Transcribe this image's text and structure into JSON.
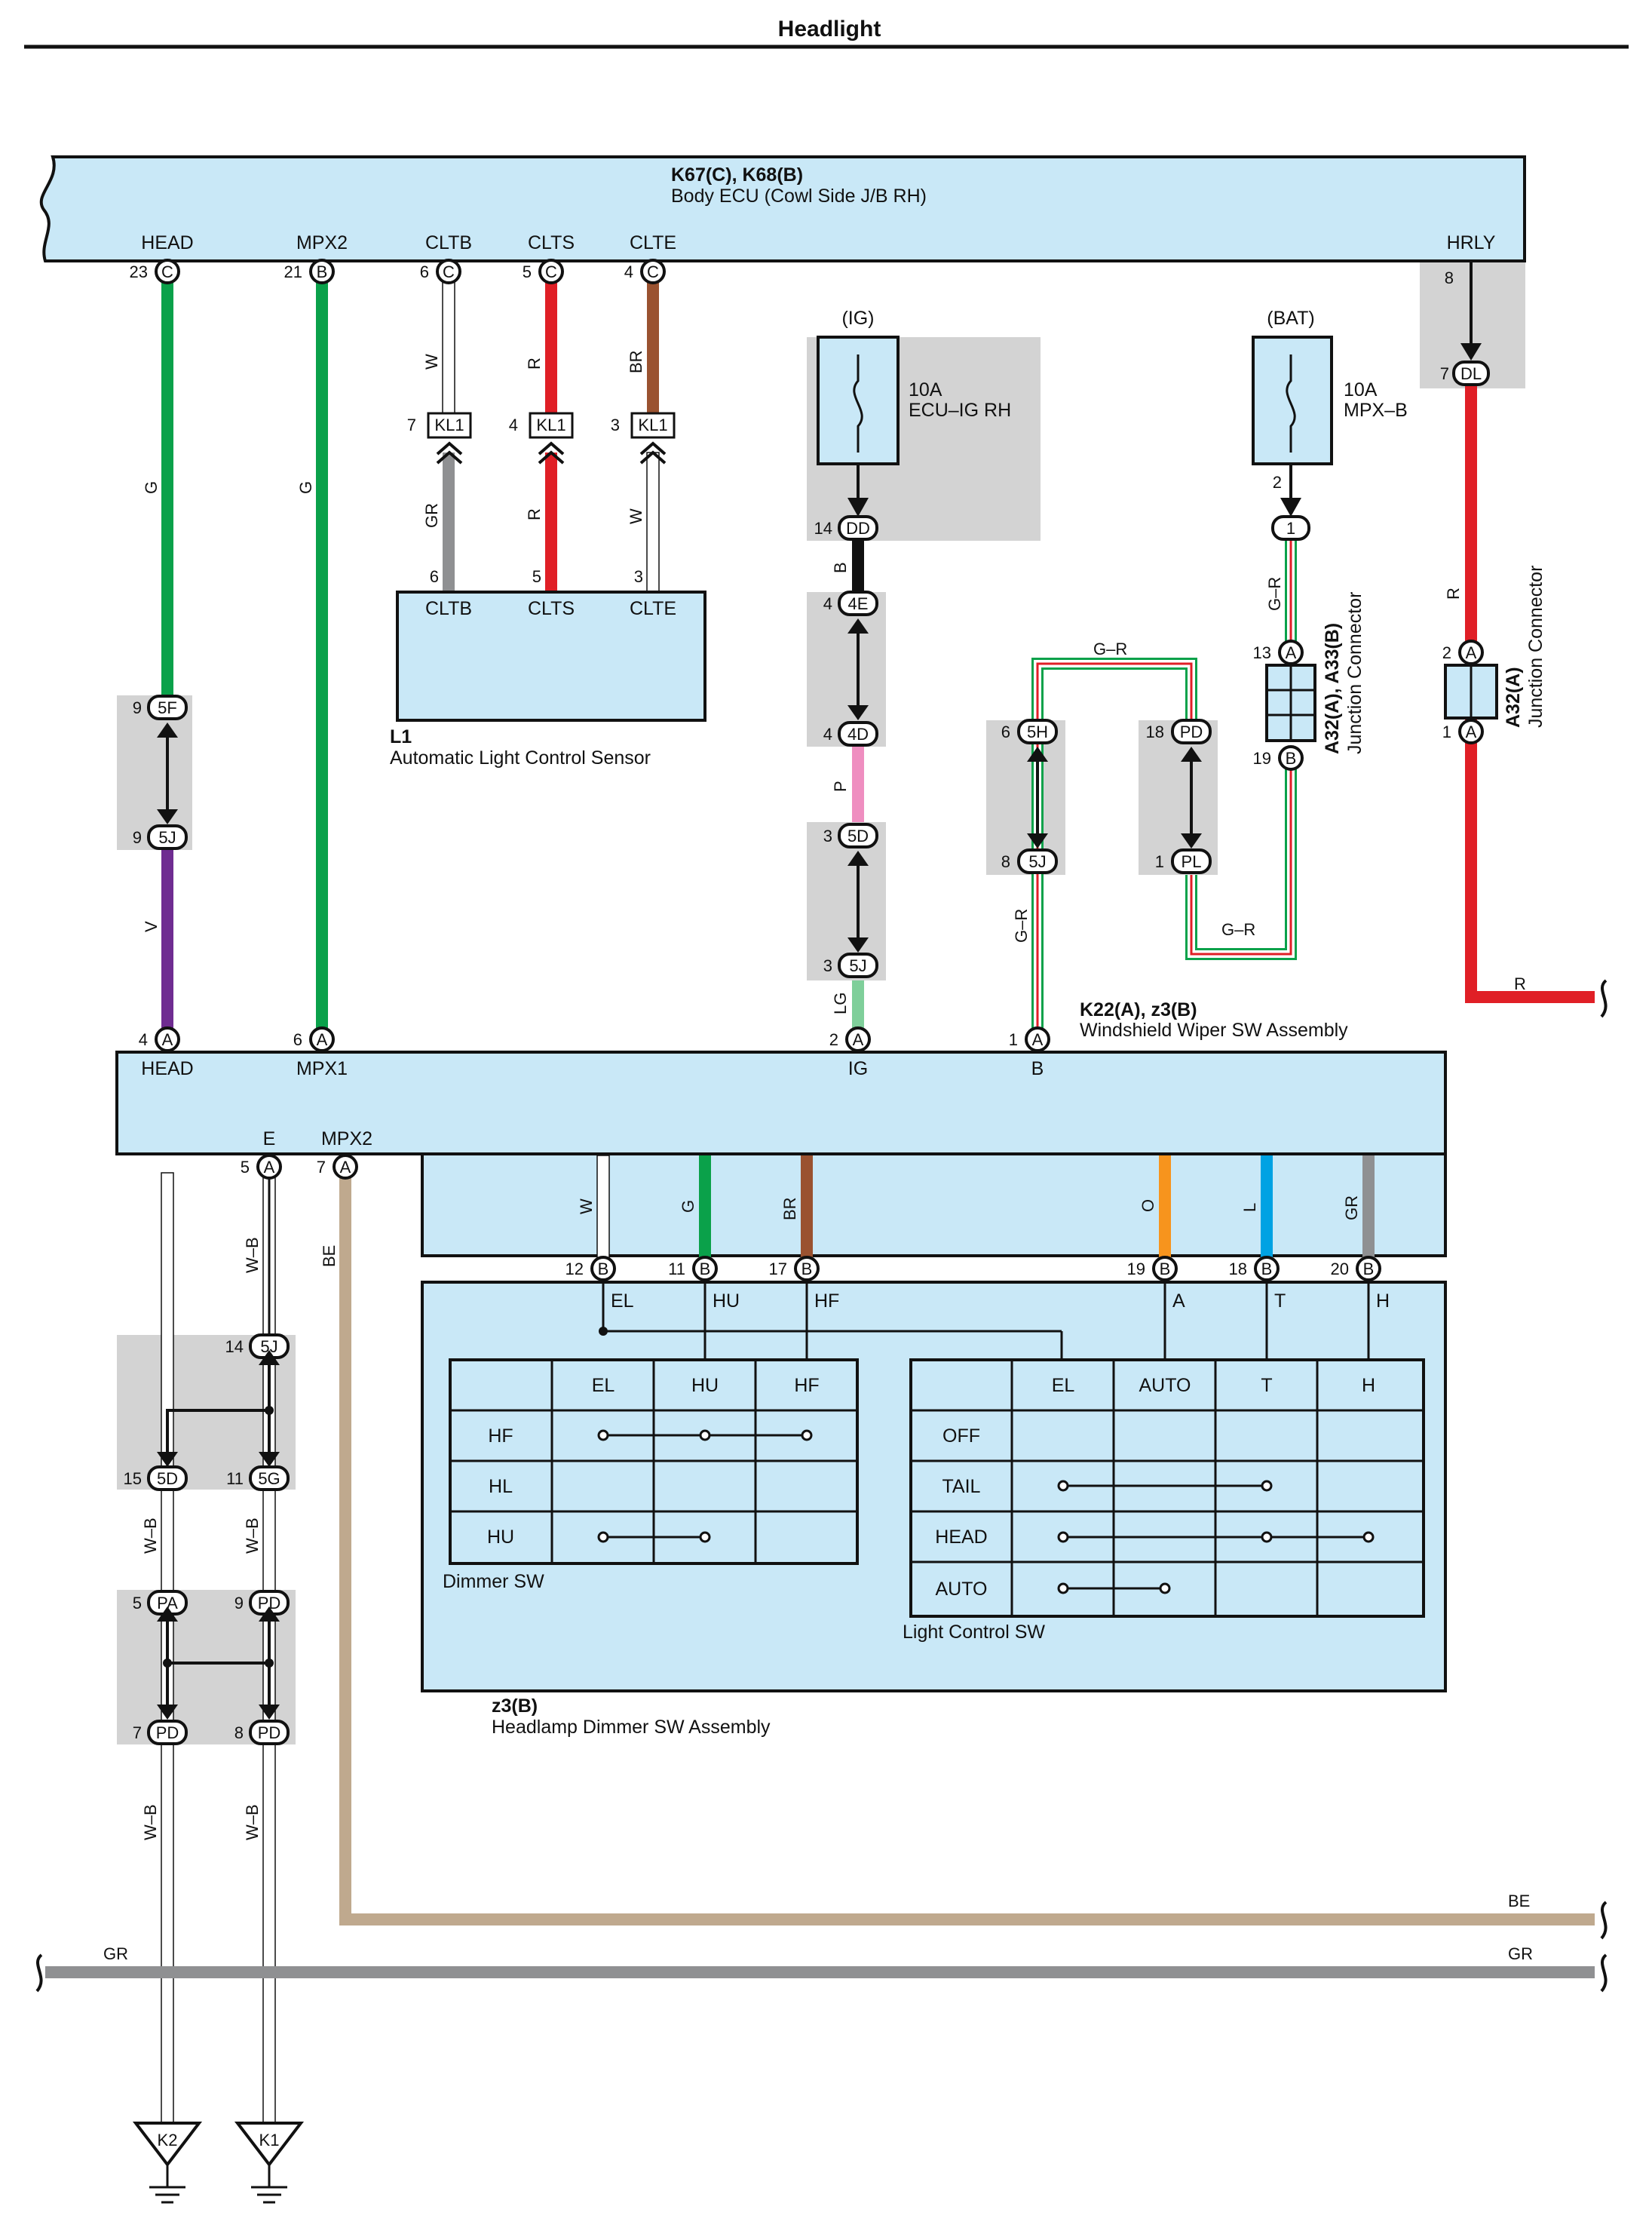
{
  "title": "Headlight",
  "colors": {
    "panel": "#c9e8f7",
    "gray_block": "#d3d3d3",
    "G": "#0aa14a",
    "V": "#6f2c91",
    "R": "#e01f26",
    "BR": "#9a5230",
    "GR": "#8f9092",
    "P": "#ef8ec0",
    "LG": "#7fcf9a",
    "BE": "#bfa98e",
    "O": "#f7941d",
    "L": "#00a2e3"
  },
  "body_ecu": {
    "code": "K67(C), K68(B)",
    "name": "Body ECU (Cowl Side J/B RH)",
    "terminals": [
      {
        "label": "HEAD",
        "num": "23",
        "conn": "C"
      },
      {
        "label": "MPX2",
        "num": "21",
        "conn": "B"
      },
      {
        "label": "CLTB",
        "num": "6",
        "conn": "C"
      },
      {
        "label": "CLTS",
        "num": "5",
        "conn": "C"
      },
      {
        "label": "CLTE",
        "num": "4",
        "conn": "C"
      },
      {
        "label": "HRLY",
        "num": "8",
        "conn": ""
      }
    ]
  },
  "kl1": {
    "name": "KL1",
    "pins": [
      "7",
      "4",
      "3"
    ],
    "wires_top": [
      "W",
      "R",
      "BR"
    ],
    "wires_bottom": [
      "GR",
      "R",
      "W"
    ]
  },
  "sensor": {
    "code": "L1",
    "name": "Automatic Light Control Sensor",
    "terminals": [
      "CLTB",
      "CLTS",
      "CLTE"
    ],
    "pins": [
      "6",
      "5",
      "3"
    ]
  },
  "fuse_ig": {
    "source": "(IG)",
    "rating": "10A",
    "name": "ECU–IG RH"
  },
  "fuse_bat": {
    "source": "(BAT)",
    "rating": "10A",
    "name": "MPX–B"
  },
  "ig_chain": [
    {
      "num": "14",
      "conn": "DD"
    },
    {
      "num": "4",
      "conn": "4E"
    },
    {
      "num": "4",
      "conn": "4D"
    },
    {
      "num": "3",
      "conn": "5D"
    },
    {
      "num": "3",
      "conn": "5J"
    }
  ],
  "ig_wires": [
    "B",
    "P",
    "LG"
  ],
  "head_chain": [
    {
      "num": "9",
      "conn": "5F"
    },
    {
      "num": "9",
      "conn": "5J"
    }
  ],
  "head_wires": [
    "G",
    "V"
  ],
  "mpx_wire": "G",
  "hrly_chain": [
    {
      "num": "7",
      "conn": "DL"
    }
  ],
  "hrly_wire": "R",
  "jc_a32": {
    "code": "A32(A)",
    "name": "Junction Connector",
    "pins": [
      "2",
      "1"
    ],
    "conn": "A"
  },
  "jc_a32_a33": {
    "code": "A32(A), A33(B)",
    "name": "Junction Connector",
    "pins": [
      "13",
      "19"
    ],
    "conns": [
      "A",
      "B"
    ]
  },
  "bat_pin": {
    "num": "2",
    "conn": "1"
  },
  "gr_chain": [
    {
      "num": "6",
      "conn": "5H"
    },
    {
      "num": "8",
      "conn": "5J"
    },
    {
      "num": "18",
      "conn": "PD"
    },
    {
      "num": "1",
      "conn": "PL"
    }
  ],
  "gr_wire": "G–R",
  "wiper": {
    "code": "K22(A), z3(B)",
    "name": "Windshield Wiper SW Assembly",
    "top_terminals": [
      {
        "label": "HEAD",
        "num": "4",
        "conn": "A"
      },
      {
        "label": "MPX1",
        "num": "6",
        "conn": "A"
      },
      {
        "label": "IG",
        "num": "2",
        "conn": "A"
      },
      {
        "label": "B",
        "num": "1",
        "conn": "A"
      }
    ],
    "bottom_terminals": [
      {
        "label": "E",
        "num": "5",
        "conn": "A"
      },
      {
        "label": "MPX2",
        "num": "7",
        "conn": "A"
      }
    ]
  },
  "dimmer_assy": {
    "code": "z3(B)",
    "name": "Headlamp Dimmer SW Assembly",
    "inner_wires": [
      "W",
      "G",
      "BR",
      "O",
      "L",
      "GR"
    ],
    "pins": [
      {
        "num": "12",
        "conn": "B",
        "label": "EL"
      },
      {
        "num": "11",
        "conn": "B",
        "label": "HU"
      },
      {
        "num": "17",
        "conn": "B",
        "label": "HF"
      },
      {
        "num": "19",
        "conn": "B",
        "label": "A"
      },
      {
        "num": "18",
        "conn": "B",
        "label": "T"
      },
      {
        "num": "20",
        "conn": "B",
        "label": "H"
      }
    ]
  },
  "dimmer_sw": {
    "name": "Dimmer SW",
    "cols": [
      "EL",
      "HU",
      "HF"
    ],
    "rows": [
      "HF",
      "HL",
      "HU"
    ]
  },
  "light_sw": {
    "name": "Light Control SW",
    "cols": [
      "EL",
      "AUTO",
      "T",
      "H"
    ],
    "rows": [
      "OFF",
      "TAIL",
      "HEAD",
      "AUTO"
    ]
  },
  "ground_chain": [
    {
      "num": "14",
      "conn": "5J"
    },
    {
      "num": "15",
      "conn": "5D"
    },
    {
      "num": "11",
      "conn": "5G"
    },
    {
      "num": "5",
      "conn": "PA"
    },
    {
      "num": "9",
      "conn": "PD"
    },
    {
      "num": "7",
      "conn": "PD"
    },
    {
      "num": "8",
      "conn": "PD"
    }
  ],
  "ground_wire": "W–B",
  "grounds": [
    "K2",
    "K1"
  ],
  "be_wire": "BE",
  "gr_bus": "GR",
  "r_bus": "R"
}
